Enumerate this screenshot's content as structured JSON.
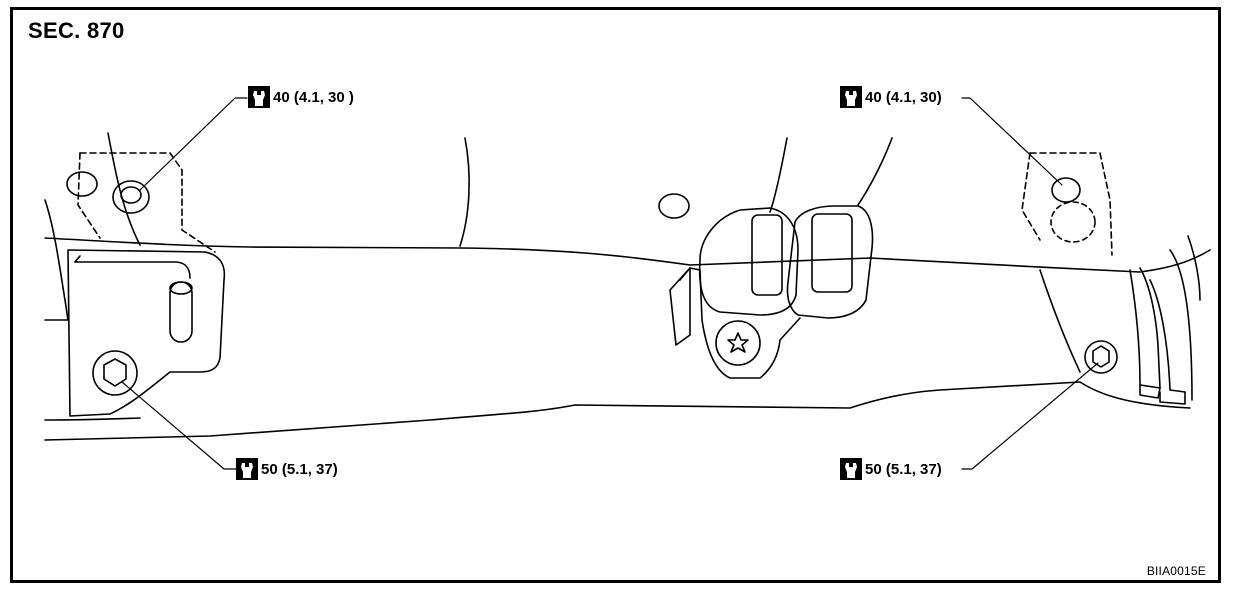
{
  "section": "SEC. 870",
  "torque_labels": {
    "upper_left": "40 (4.1, 30 )",
    "upper_right": "40 (4.1, 30)",
    "lower_left": "50 (5.1, 37)",
    "lower_right": "50 (5.1, 37)"
  },
  "icons": {
    "torque": "torque-wrench-icon"
  },
  "figure_code": "BIIA0015E"
}
